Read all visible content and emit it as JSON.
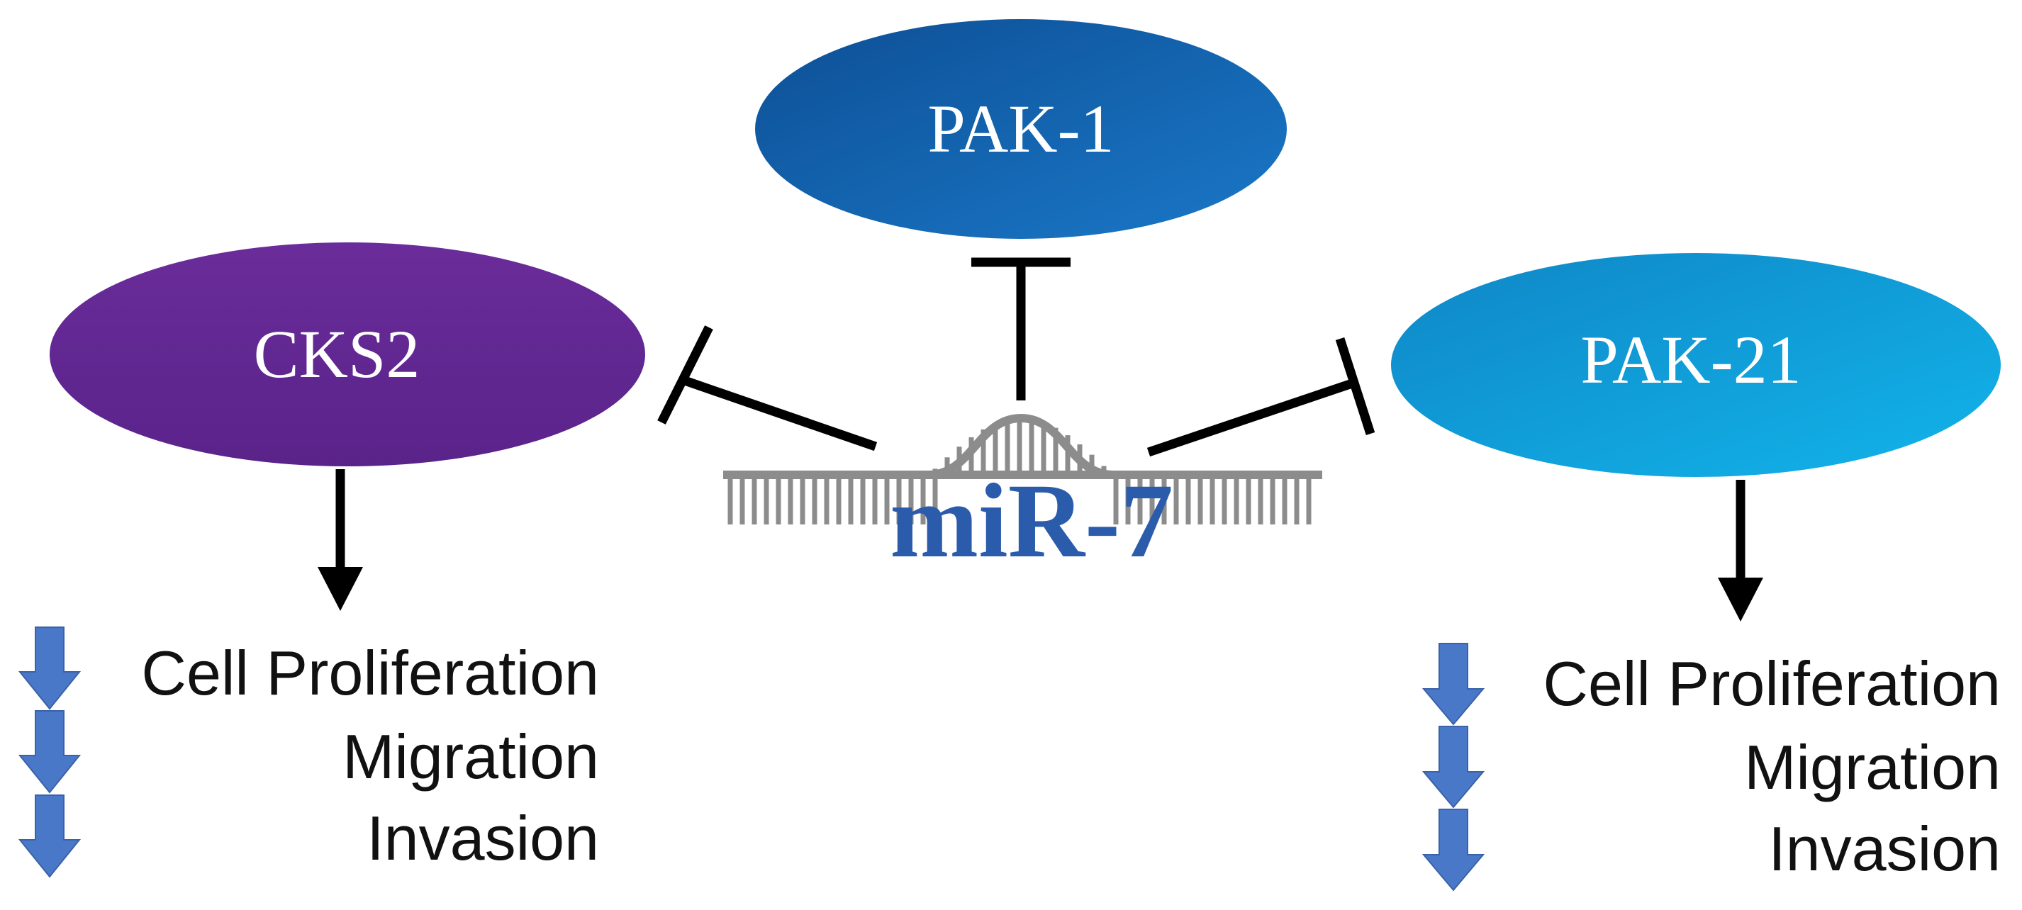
{
  "center": {
    "label": "miR-7"
  },
  "targets": [
    {
      "id": "cks2",
      "label": "CKS2",
      "color_top": "#6a2c9a",
      "color_bottom": "#4d1f7a"
    },
    {
      "id": "pak1",
      "label": "PAK-1",
      "color_top": "#1a6fc0",
      "color_bottom": "#0d4f95"
    },
    {
      "id": "pak21",
      "label": "PAK-21",
      "color_top": "#17a6e0",
      "color_bottom": "#0e82c3"
    }
  ],
  "outcomes": {
    "left": [
      "Cell Proliferation",
      "Migration",
      "Invasion"
    ],
    "right": [
      "Cell Proliferation",
      "Migration",
      "Invasion"
    ]
  },
  "colors": {
    "down_arrow": "#4a78c8",
    "edge": "#000000",
    "rna_strand": "#8c8c8c"
  }
}
